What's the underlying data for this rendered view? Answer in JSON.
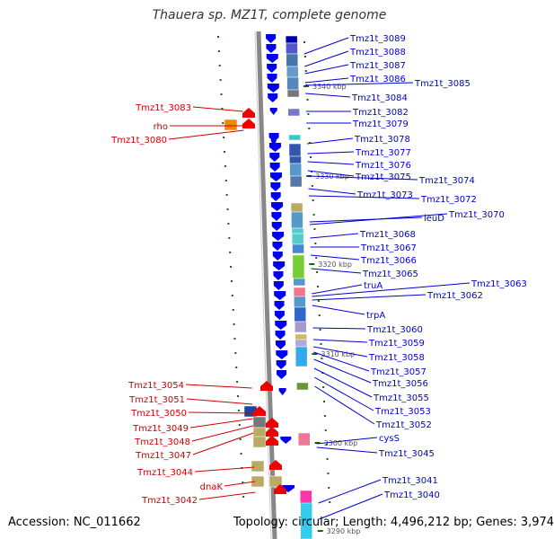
{
  "title": "Thauera sp. MZ1T, complete genome",
  "footer": {
    "accession": "Accession: NC_011662",
    "topology": "Topology: circular; Length: 4,496,212 bp; Genes: 3,974"
  },
  "colors": {
    "forward_label": "#0000cc",
    "reverse_label": "#cc0000",
    "forward_arrow": "#0000ee",
    "reverse_arrow": "#ee0000",
    "backbone": "#888888",
    "tick": "#116611"
  },
  "kbp_ticks": [
    {
      "label": "3340 kbp",
      "pos": 3340
    },
    {
      "label": "3330 kbp",
      "pos": 3330
    },
    {
      "label": "3320 kbp",
      "pos": 3320
    },
    {
      "label": "3310 kbp",
      "pos": 3310
    },
    {
      "label": "3300 kbp",
      "pos": 3300
    },
    {
      "label": "3290 kbp",
      "pos": 3290
    }
  ],
  "forward_genes": [
    {
      "label": "Tmz1t_3089"
    },
    {
      "label": "Tmz1t_3088"
    },
    {
      "label": "Tmz1t_3087"
    },
    {
      "label": "Tmz1t_3086"
    },
    {
      "label": "Tmz1t_3085"
    },
    {
      "label": "Tmz1t_3084"
    },
    {
      "label": "Tmz1t_3082"
    },
    {
      "label": "Tmz1t_3079"
    },
    {
      "label": "Tmz1t_3078"
    },
    {
      "label": "Tmz1t_3077"
    },
    {
      "label": "Tmz1t_3076"
    },
    {
      "label": "Tmz1t_3075"
    },
    {
      "label": "Tmz1t_3074"
    },
    {
      "label": "Tmz1t_3073"
    },
    {
      "label": "Tmz1t_3072"
    },
    {
      "label": "leuD"
    },
    {
      "label": "Tmz1t_3070"
    },
    {
      "label": "Tmz1t_3068"
    },
    {
      "label": "Tmz1t_3067"
    },
    {
      "label": "Tmz1t_3066"
    },
    {
      "label": "Tmz1t_3065"
    },
    {
      "label": "truA"
    },
    {
      "label": "Tmz1t_3063"
    },
    {
      "label": "Tmz1t_3062"
    },
    {
      "label": "trpA"
    },
    {
      "label": "Tmz1t_3060"
    },
    {
      "label": "Tmz1t_3059"
    },
    {
      "label": "Tmz1t_3058"
    },
    {
      "label": "Tmz1t_3057"
    },
    {
      "label": "Tmz1t_3056"
    },
    {
      "label": "Tmz1t_3055"
    },
    {
      "label": "Tmz1t_3053"
    },
    {
      "label": "Tmz1t_3052"
    },
    {
      "label": "cysS"
    },
    {
      "label": "Tmz1t_3045"
    },
    {
      "label": "Tmz1t_3041"
    },
    {
      "label": "Tmz1t_3040"
    }
  ],
  "reverse_genes": [
    {
      "label": "Tmz1t_3083"
    },
    {
      "label": "rho"
    },
    {
      "label": "Tmz1t_3080"
    },
    {
      "label": "Tmz1t_3054"
    },
    {
      "label": "Tmz1t_3051"
    },
    {
      "label": "Tmz1t_3050"
    },
    {
      "label": "Tmz1t_3049"
    },
    {
      "label": "Tmz1t_3048"
    },
    {
      "label": "Tmz1t_3047"
    },
    {
      "label": "Tmz1t_3044"
    },
    {
      "label": "dnaK"
    },
    {
      "label": "Tmz1t_3042"
    }
  ]
}
